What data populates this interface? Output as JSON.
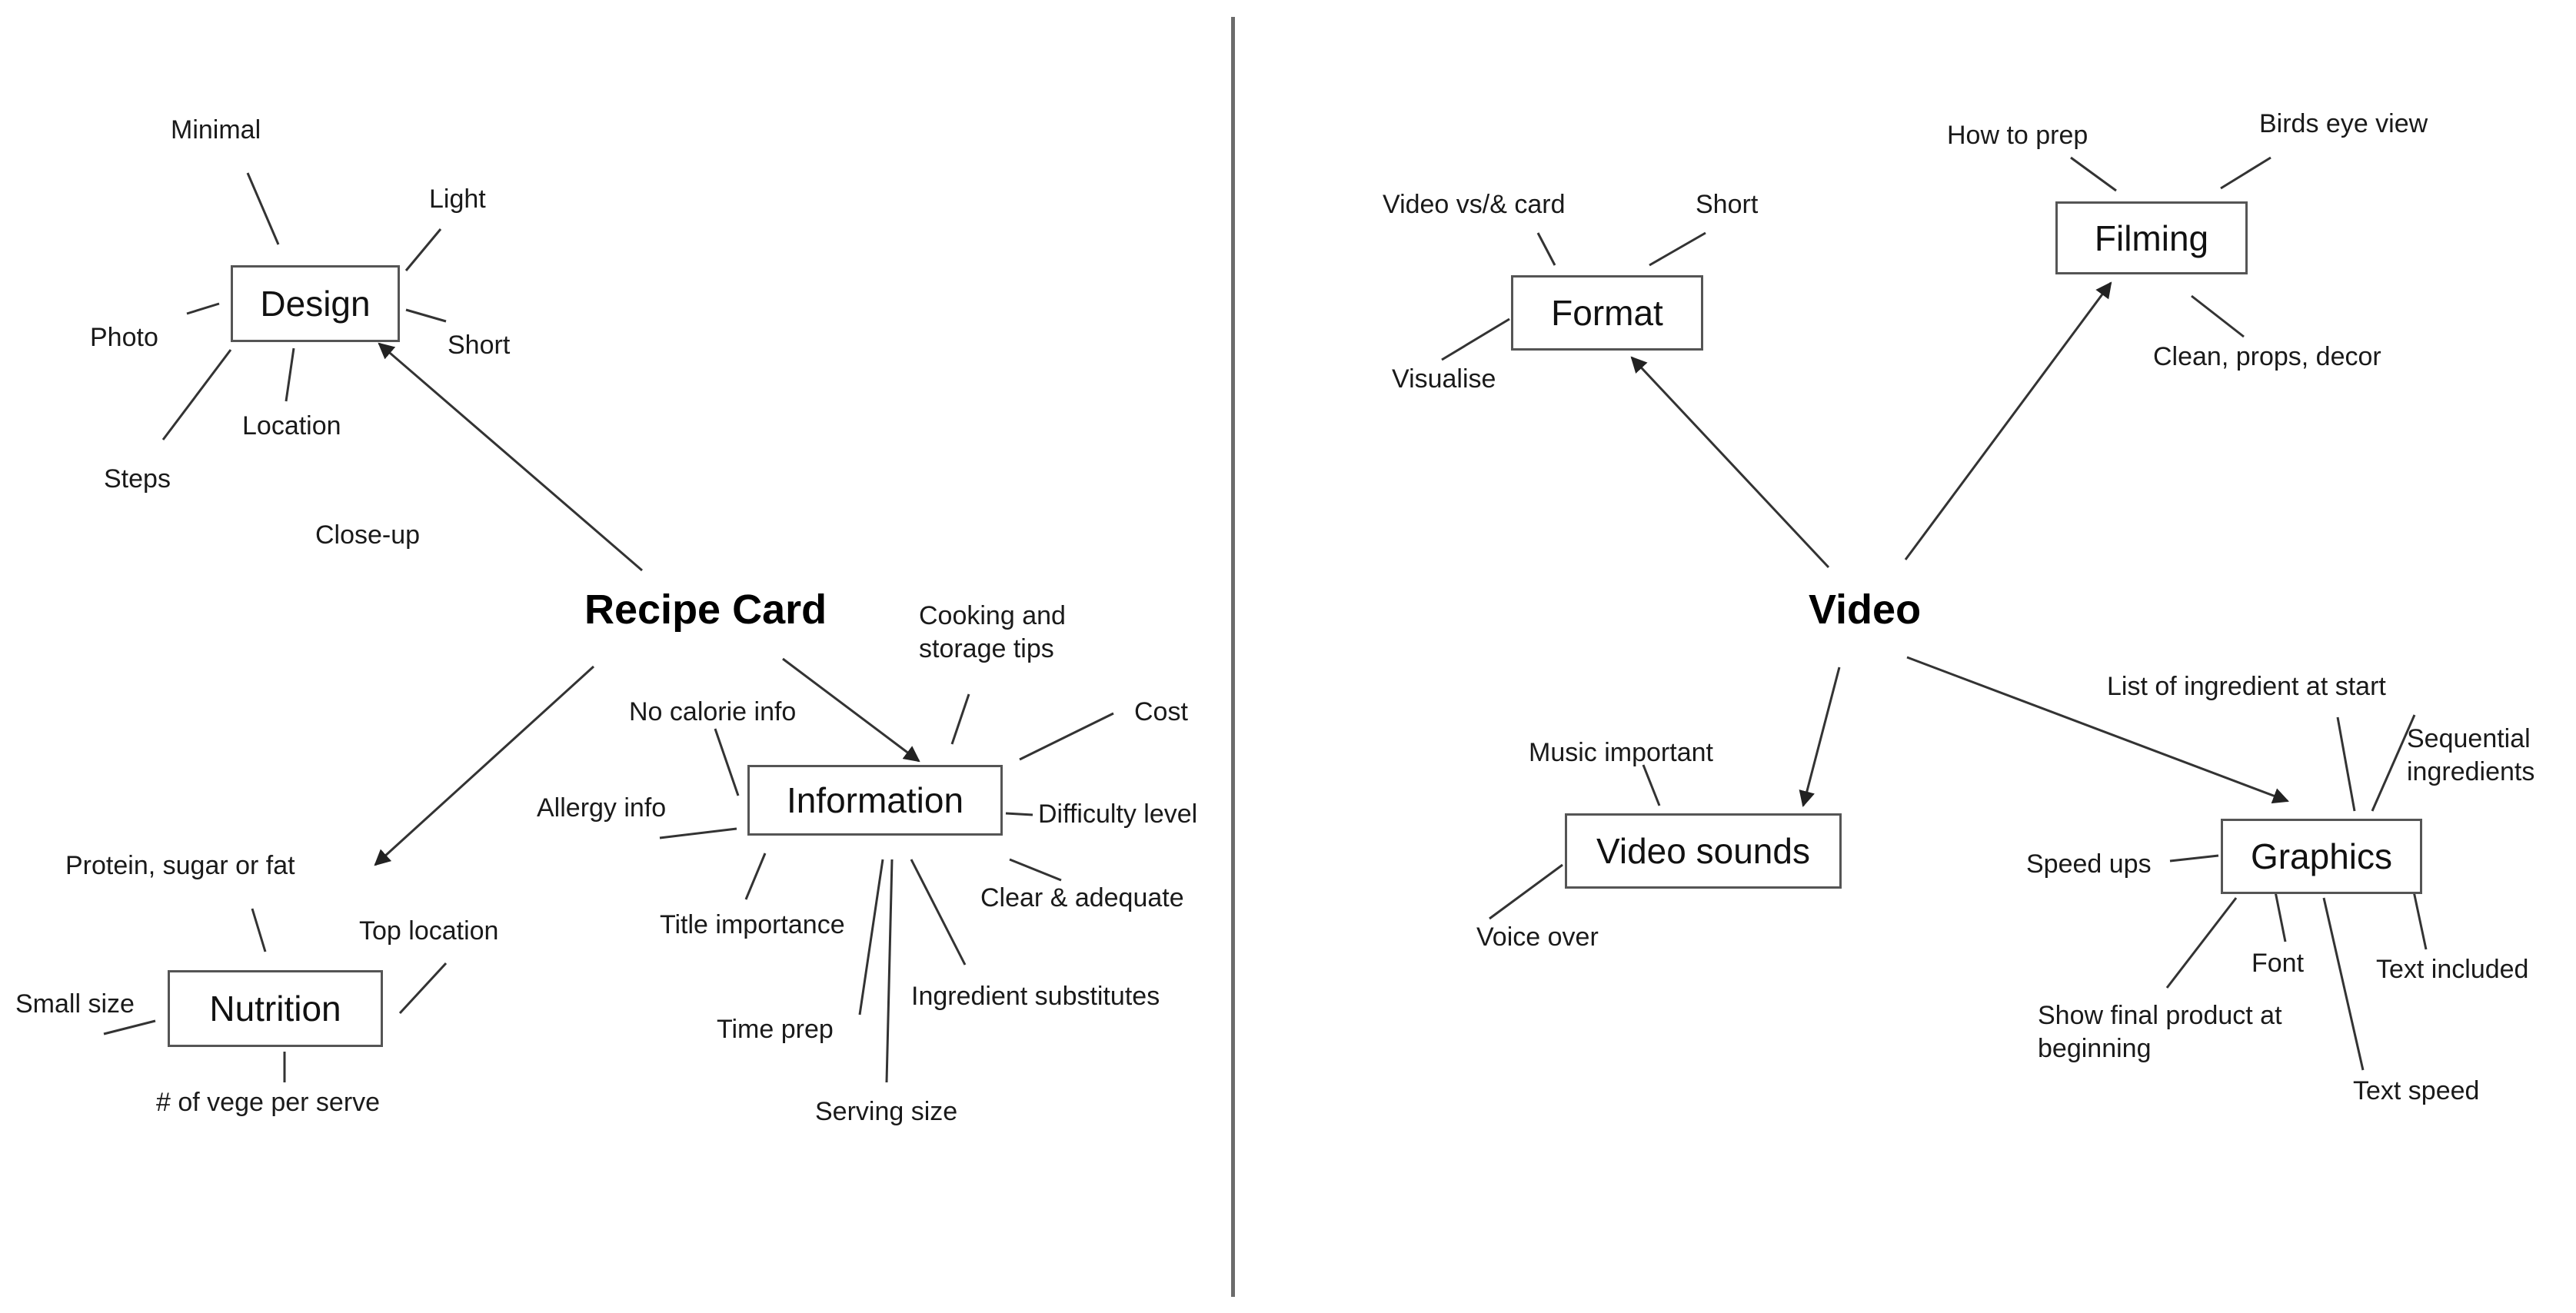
{
  "left": {
    "center": "Recipe Card",
    "design": {
      "title": "Design",
      "items": [
        "Minimal",
        "Light",
        "Photo",
        "Short",
        "Steps",
        "Location",
        "Close-up"
      ]
    },
    "nutrition": {
      "title": "Nutrition",
      "items": [
        "Protein, sugar or fat",
        "Top location",
        "Small size",
        "# of vege per serve"
      ]
    },
    "information": {
      "title": "Information",
      "items": [
        "No calorie info",
        "Cooking and storage tips",
        "Cost",
        "Allergy info",
        "Difficulty level",
        "Clear & adequate",
        "Title importance",
        "Time prep",
        "Ingredient substitutes",
        "Serving size"
      ]
    }
  },
  "right": {
    "center": "Video",
    "format": {
      "title": "Format",
      "items": [
        "Video vs/& card",
        "Short",
        "Visualise"
      ]
    },
    "filming": {
      "title": "Filming",
      "items": [
        "How to prep",
        "Birds eye view",
        "Clean, props, decor"
      ]
    },
    "video_sounds": {
      "title": "Video sounds",
      "items": [
        "Music important",
        "Voice over"
      ]
    },
    "graphics": {
      "title": "Graphics",
      "items": [
        "List of ingredient at start",
        "Sequential ingredients",
        "Speed ups",
        "Font",
        "Text included",
        "Show final product at beginning",
        "Text speed"
      ]
    }
  }
}
